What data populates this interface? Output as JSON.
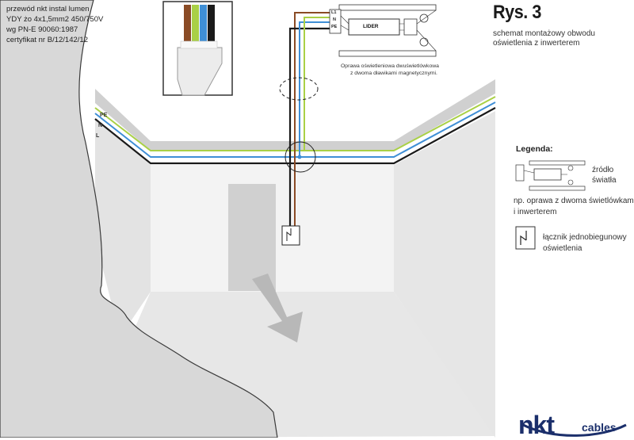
{
  "cable_spec": {
    "line1": "przewód nkt instal lumen",
    "line2": "YDY żo 4x1,5mm2 450/750V",
    "line3": "wg PN-E 90060:1987",
    "line4": "certyfikat nr B/12/142/12"
  },
  "figure": {
    "title": "Rys. 3",
    "subtitle_line1": "schemat montażowy obwodu",
    "subtitle_line2": "oświetlenia z inwerterem"
  },
  "luminaire": {
    "caption_line1": "Oprawa oświetleniowa dwuświetlówkowa",
    "caption_line2": "z dwoma dławikami magnetycznymi.",
    "brand": "LIDER",
    "terminal_labels": [
      "L1",
      "N",
      "PE"
    ]
  },
  "wall_wire_labels": [
    "PE",
    "N",
    "L"
  ],
  "legend": {
    "heading": "Legenda:",
    "source_line1": "źródło",
    "source_line2": "światła",
    "source_desc_line1": "np. oprawa z dwoma świetlówkami",
    "source_desc_line2": "i inwerterem",
    "switch_line1": "łącznik jednobiegunowy",
    "switch_line2": "oświetlenia"
  },
  "logo": {
    "brand": "nkt",
    "suffix": "cables"
  },
  "colors": {
    "pe_wire": "#a9d046",
    "n_wire": "#3f8fd6",
    "l_wire": "#1a1a1a",
    "switch_wire": "#8a4b25",
    "brand_blue": "#1b2f6b"
  }
}
